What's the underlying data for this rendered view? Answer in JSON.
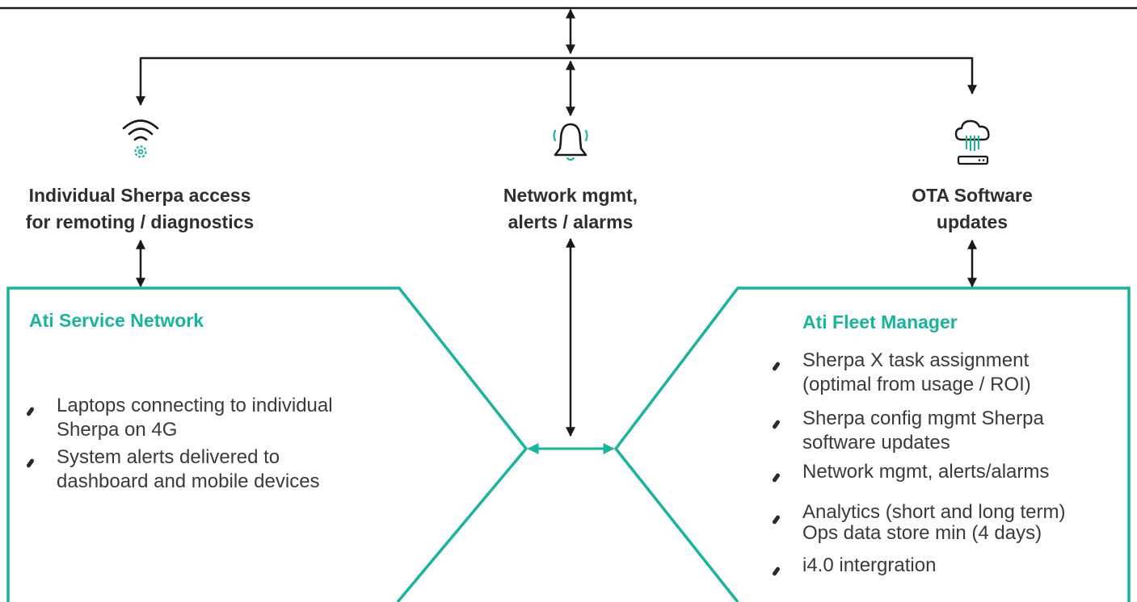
{
  "colors": {
    "accent": "#1ab39b",
    "line": "#1a1a1a",
    "text": "#2e2e2e"
  },
  "columns": [
    {
      "icon": "wifi-gear-icon",
      "label_line1": "Individual Sherpa access",
      "label_line2": "for remoting / diagnostics"
    },
    {
      "icon": "bell-icon",
      "label_line1": "Network mgmt,",
      "label_line2": "alerts / alarms"
    },
    {
      "icon": "cloud-server-icon",
      "label_line1": "OTA Software",
      "label_line2": "updates"
    }
  ],
  "service_network": {
    "title": "Ati Service Network",
    "bullets": [
      {
        "line1": "Laptops connecting to individual",
        "line2": "Sherpa on 4G"
      },
      {
        "line1": "System alerts delivered to",
        "line2": "dashboard and mobile devices"
      }
    ]
  },
  "fleet_manager": {
    "title": "Ati Fleet Manager",
    "bullets": [
      {
        "line1": "Sherpa X task assignment",
        "line2": "(optimal from  usage / ROI)"
      },
      {
        "line1": "Sherpa config mgmt Sherpa",
        "line2": "software updates"
      },
      {
        "line1": "Network mgmt, alerts/alarms",
        "line2": ""
      },
      {
        "line1": "Analytics (short and long term)",
        "line2": "Ops data store min (4 days)"
      },
      {
        "line1": "i4.0 intergration",
        "line2": ""
      }
    ]
  }
}
